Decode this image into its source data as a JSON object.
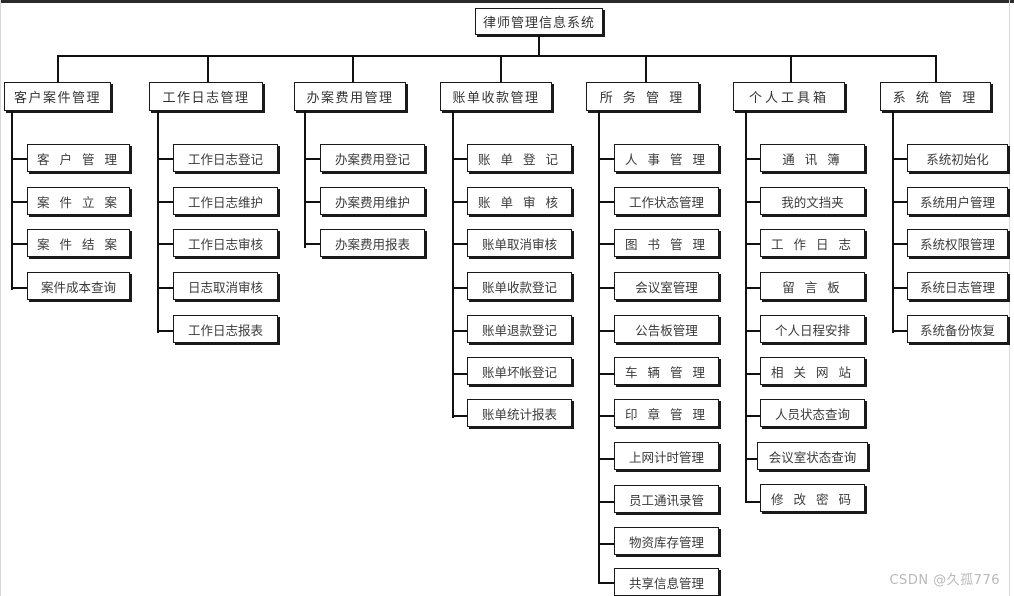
{
  "diagram": {
    "type": "tree-org-chart",
    "root": {
      "label": "律师管理信息系统"
    },
    "branches": [
      {
        "label": "客户案件管理",
        "children": [
          {
            "label": "客 户 管 理"
          },
          {
            "label": "案 件 立 案"
          },
          {
            "label": "案 件 结 案"
          },
          {
            "label": "案件成本查询"
          }
        ]
      },
      {
        "label": "工作日志管理",
        "children": [
          {
            "label": "工作日志登记"
          },
          {
            "label": "工作日志维护"
          },
          {
            "label": "工作日志审核"
          },
          {
            "label": "日志取消审核"
          },
          {
            "label": "工作日志报表"
          }
        ]
      },
      {
        "label": "办案费用管理",
        "children": [
          {
            "label": "办案费用登记"
          },
          {
            "label": "办案费用维护"
          },
          {
            "label": "办案费用报表"
          }
        ]
      },
      {
        "label": "账单收款管理",
        "children": [
          {
            "label": "账 单 登 记"
          },
          {
            "label": "账 单 审 核"
          },
          {
            "label": "账单取消审核"
          },
          {
            "label": "账单收款登记"
          },
          {
            "label": "账单退款登记"
          },
          {
            "label": "账单坏帐登记"
          },
          {
            "label": "账单统计报表"
          }
        ]
      },
      {
        "label": "所 务 管 理",
        "children": [
          {
            "label": "人 事 管 理"
          },
          {
            "label": "工作状态管理"
          },
          {
            "label": "图 书 管 理"
          },
          {
            "label": "会议室管理"
          },
          {
            "label": "公告板管理"
          },
          {
            "label": "车 辆 管 理"
          },
          {
            "label": "印 章 管 理"
          },
          {
            "label": "上网计时管理"
          },
          {
            "label": "员工通讯录管"
          },
          {
            "label": "物资库存管理"
          },
          {
            "label": "共享信息管理"
          }
        ]
      },
      {
        "label": "个人工具箱",
        "children": [
          {
            "label": "通 讯 簿"
          },
          {
            "label": "我的文挡夹"
          },
          {
            "label": "工 作 日 志"
          },
          {
            "label": "留 言 板"
          },
          {
            "label": "个人日程安排"
          },
          {
            "label": "相 关 网 站"
          },
          {
            "label": "人员状态查询"
          },
          {
            "label": "会议室状态查询"
          },
          {
            "label": "修 改 密 码"
          }
        ]
      },
      {
        "label": "系 统 管 理",
        "children": [
          {
            "label": "系统初始化"
          },
          {
            "label": "系统用户管理"
          },
          {
            "label": "系统权限管理"
          },
          {
            "label": "系统日志管理"
          },
          {
            "label": "系统备份恢复"
          }
        ]
      }
    ]
  },
  "watermark": {
    "text": "CSDN @久孤776"
  },
  "colors": {
    "line": "#111111",
    "box_border": "#1a1a1a",
    "box_fill": "#ffffff",
    "text": "#333333",
    "watermark": "#b9b9b9",
    "background": "#ffffff"
  }
}
